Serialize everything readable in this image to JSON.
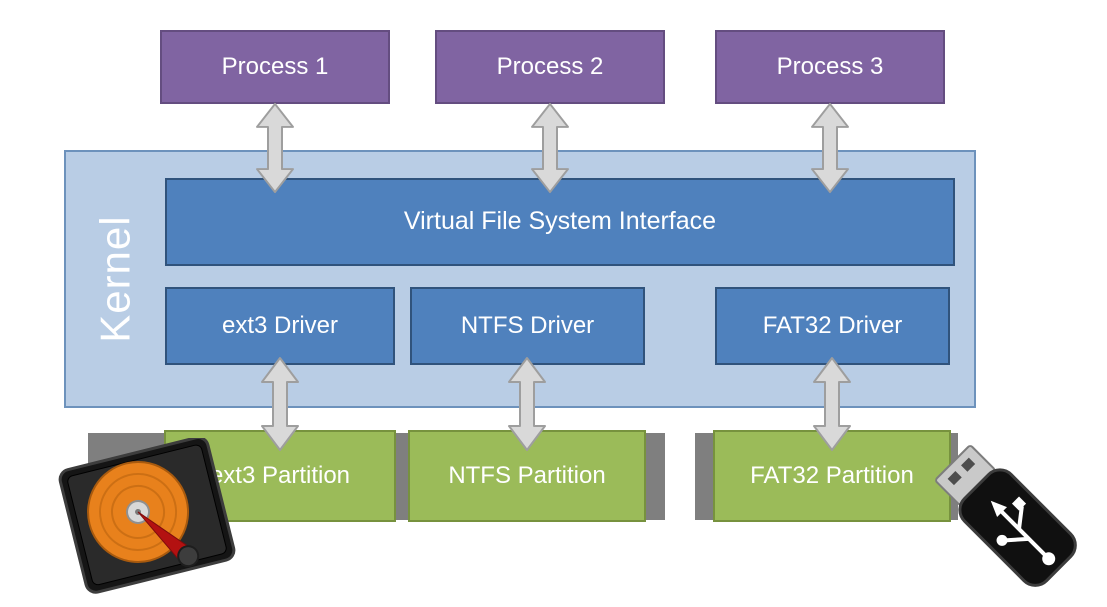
{
  "diagram": {
    "processes": [
      {
        "label": "Process 1"
      },
      {
        "label": "Process 2"
      },
      {
        "label": "Process 3"
      }
    ],
    "kernel": {
      "label": "Kernel",
      "vfs": {
        "label": "Virtual File System Interface"
      },
      "drivers": [
        {
          "label": "ext3 Driver"
        },
        {
          "label": "NTFS Driver"
        },
        {
          "label": "FAT32 Driver"
        }
      ]
    },
    "partitions": [
      {
        "label": "ext3 Partition"
      },
      {
        "label": "NTFS Partition"
      },
      {
        "label": "FAT32 Partition"
      }
    ],
    "icons": {
      "hard_disk": "hard-disk-icon",
      "usb_drive": "usb-drive-icon",
      "arrow": "bidirectional-arrow-icon"
    }
  },
  "colors": {
    "process_fill": "#8064a2",
    "process_border": "#644d80",
    "kernel_fill": "#b9cde5",
    "kernel_border": "#6d92bc",
    "box_fill": "#4f81bd",
    "box_border": "#30537c",
    "partition_fill": "#9bbb59",
    "partition_border": "#77923e",
    "disk_fill": "#7f7f7f",
    "arrow_fill": "#d9d9d9",
    "arrow_border": "#9e9e9e",
    "text": "#ffffff"
  }
}
